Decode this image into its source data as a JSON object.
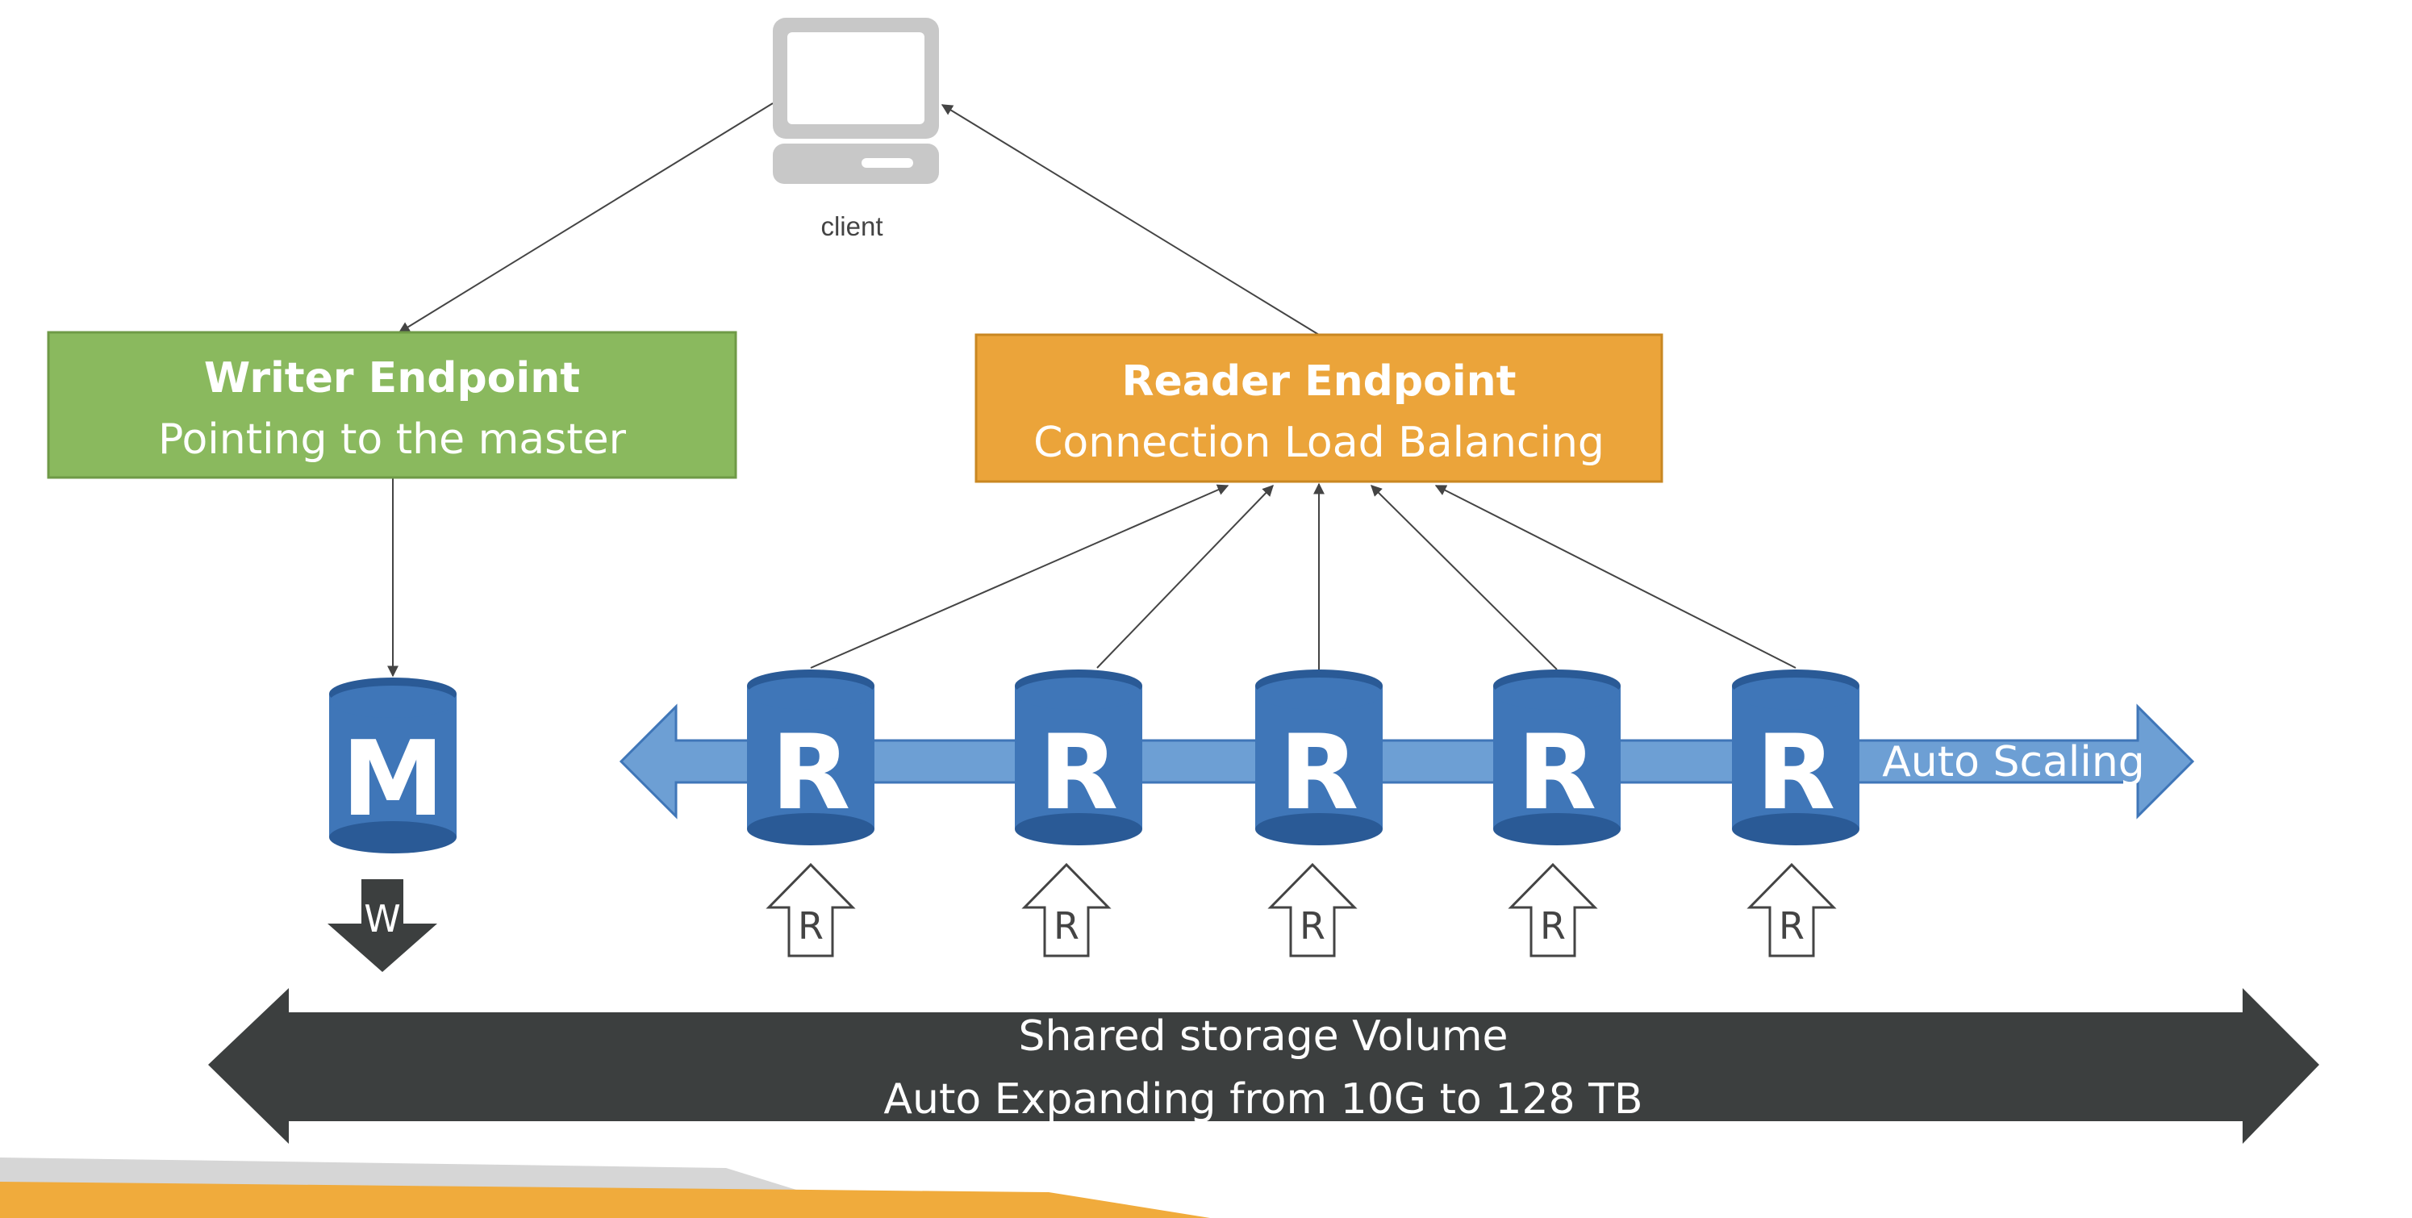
{
  "client": {
    "label": "client"
  },
  "writer_endpoint": {
    "title": "Writer Endpoint",
    "subtitle": "Pointing to the master"
  },
  "reader_endpoint": {
    "title": "Reader Endpoint",
    "subtitle": "Connection Load Balancing"
  },
  "master": {
    "letter": "M",
    "write_letter": "W"
  },
  "replicas": [
    {
      "letter": "R",
      "read_letter": "R"
    },
    {
      "letter": "R",
      "read_letter": "R"
    },
    {
      "letter": "R",
      "read_letter": "R"
    },
    {
      "letter": "R",
      "read_letter": "R"
    },
    {
      "letter": "R",
      "read_letter": "R"
    }
  ],
  "auto_scaling": {
    "label": "Auto Scaling"
  },
  "storage": {
    "line1": "Shared storage Volume",
    "line2": "Auto Expanding from 10G to 128 TB"
  },
  "colors": {
    "writer": "#8ab95e",
    "reader": "#eba43a",
    "db_blue": "#3f76b8",
    "db_dark": "#2a5a96",
    "scale_band": "#6d9fd4",
    "storage": "#3c3f3f",
    "accent_orange": "#f0ab3c"
  }
}
